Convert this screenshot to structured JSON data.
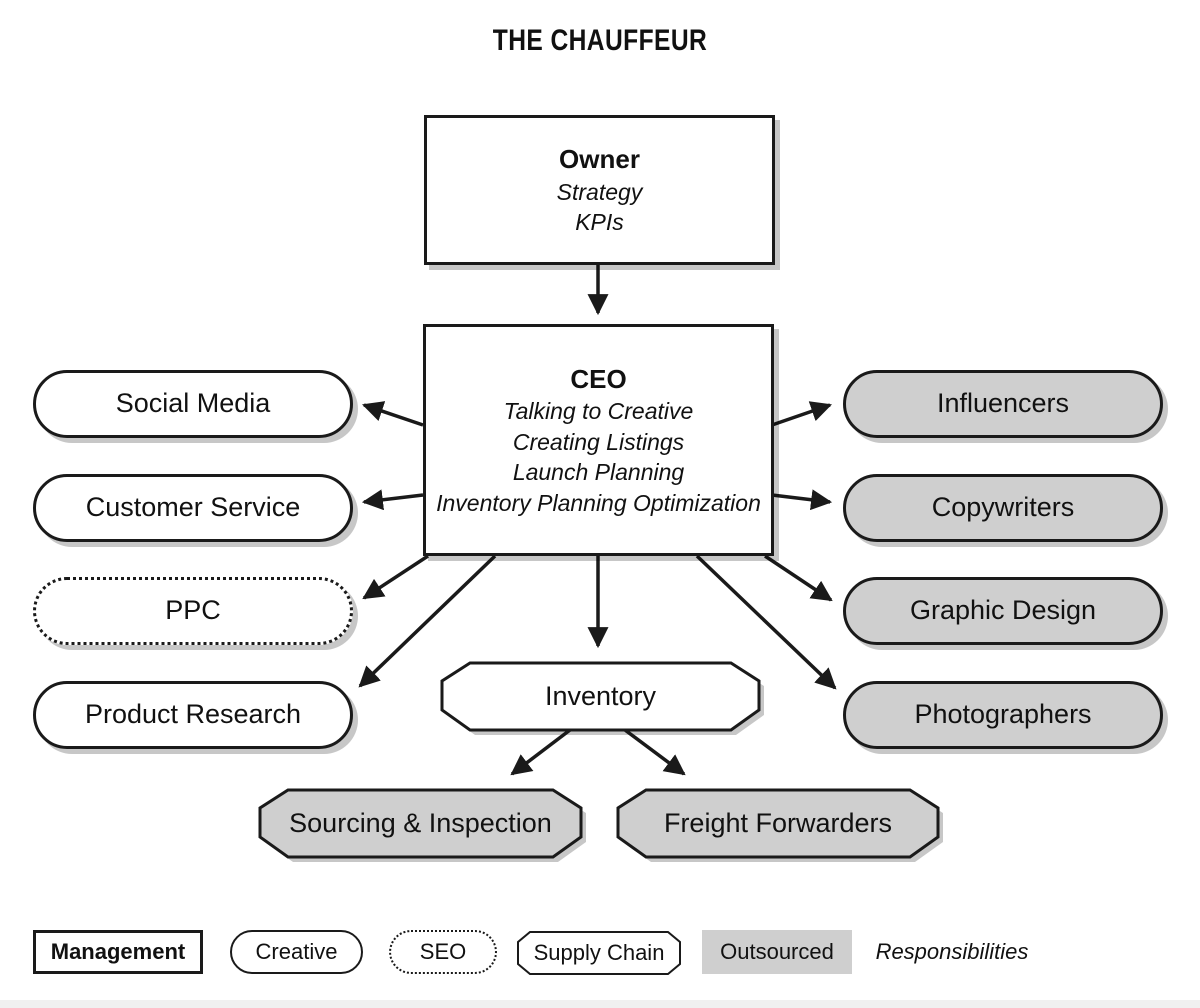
{
  "title": "THE CHAUFFEUR",
  "colors": {
    "line": "#1a1a1a",
    "outsourced_fill": "#cfcfcf",
    "shadow": "rgba(0,0,0,0.22)"
  },
  "owner": {
    "title": "Owner",
    "responsibilities": [
      "Strategy",
      "KPIs"
    ]
  },
  "ceo": {
    "title": "CEO",
    "responsibilities": [
      "Talking to Creative",
      "Creating Listings",
      "Launch Planning",
      "Inventory Planning Optimization"
    ]
  },
  "creative": [
    "Social Media",
    "Customer Service",
    "Product Research"
  ],
  "seo": [
    "PPC"
  ],
  "outsourced": [
    "Influencers",
    "Copywriters",
    "Graphic Design",
    "Photographers"
  ],
  "supply_chain": {
    "inventory": "Inventory",
    "sourcing": "Sourcing & Inspection",
    "freight": "Freight Forwarders"
  },
  "legend": {
    "management": "Management",
    "creative": "Creative",
    "seo": "SEO",
    "supply_chain": "Supply Chain",
    "outsourced": "Outsourced",
    "responsibilities": "Responsibilities"
  }
}
